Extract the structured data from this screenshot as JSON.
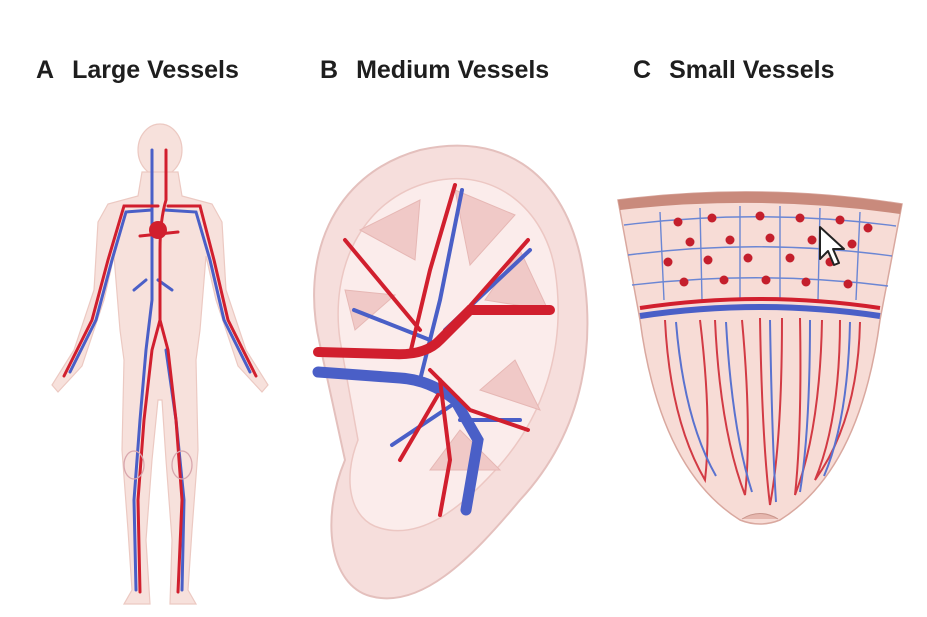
{
  "panels": [
    {
      "letter": "A",
      "label": "Large Vessels"
    },
    {
      "letter": "B",
      "label": "Medium Vessels"
    },
    {
      "letter": "C",
      "label": "Small Vessels"
    }
  ],
  "colors": {
    "artery": "#d11f2e",
    "vein": "#4a5fc7",
    "tissue": "#f6dcd6",
    "outline": "#e8c2bd"
  },
  "icons": [
    "mouse-pointer-icon"
  ]
}
